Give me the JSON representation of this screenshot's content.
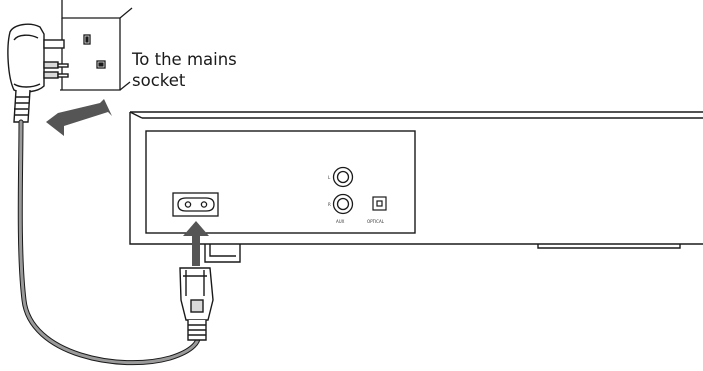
{
  "caption": {
    "line1": "To the mains",
    "line2": "socket"
  },
  "panel_labels": {
    "left": "L",
    "right": "R",
    "aux": "AUX",
    "optical": "OPTICAL"
  },
  "colors": {
    "stroke": "#1a1a1a",
    "cable": "#9a9a9a",
    "arrow": "#555555",
    "plug_shade": "#d9d9d9"
  }
}
